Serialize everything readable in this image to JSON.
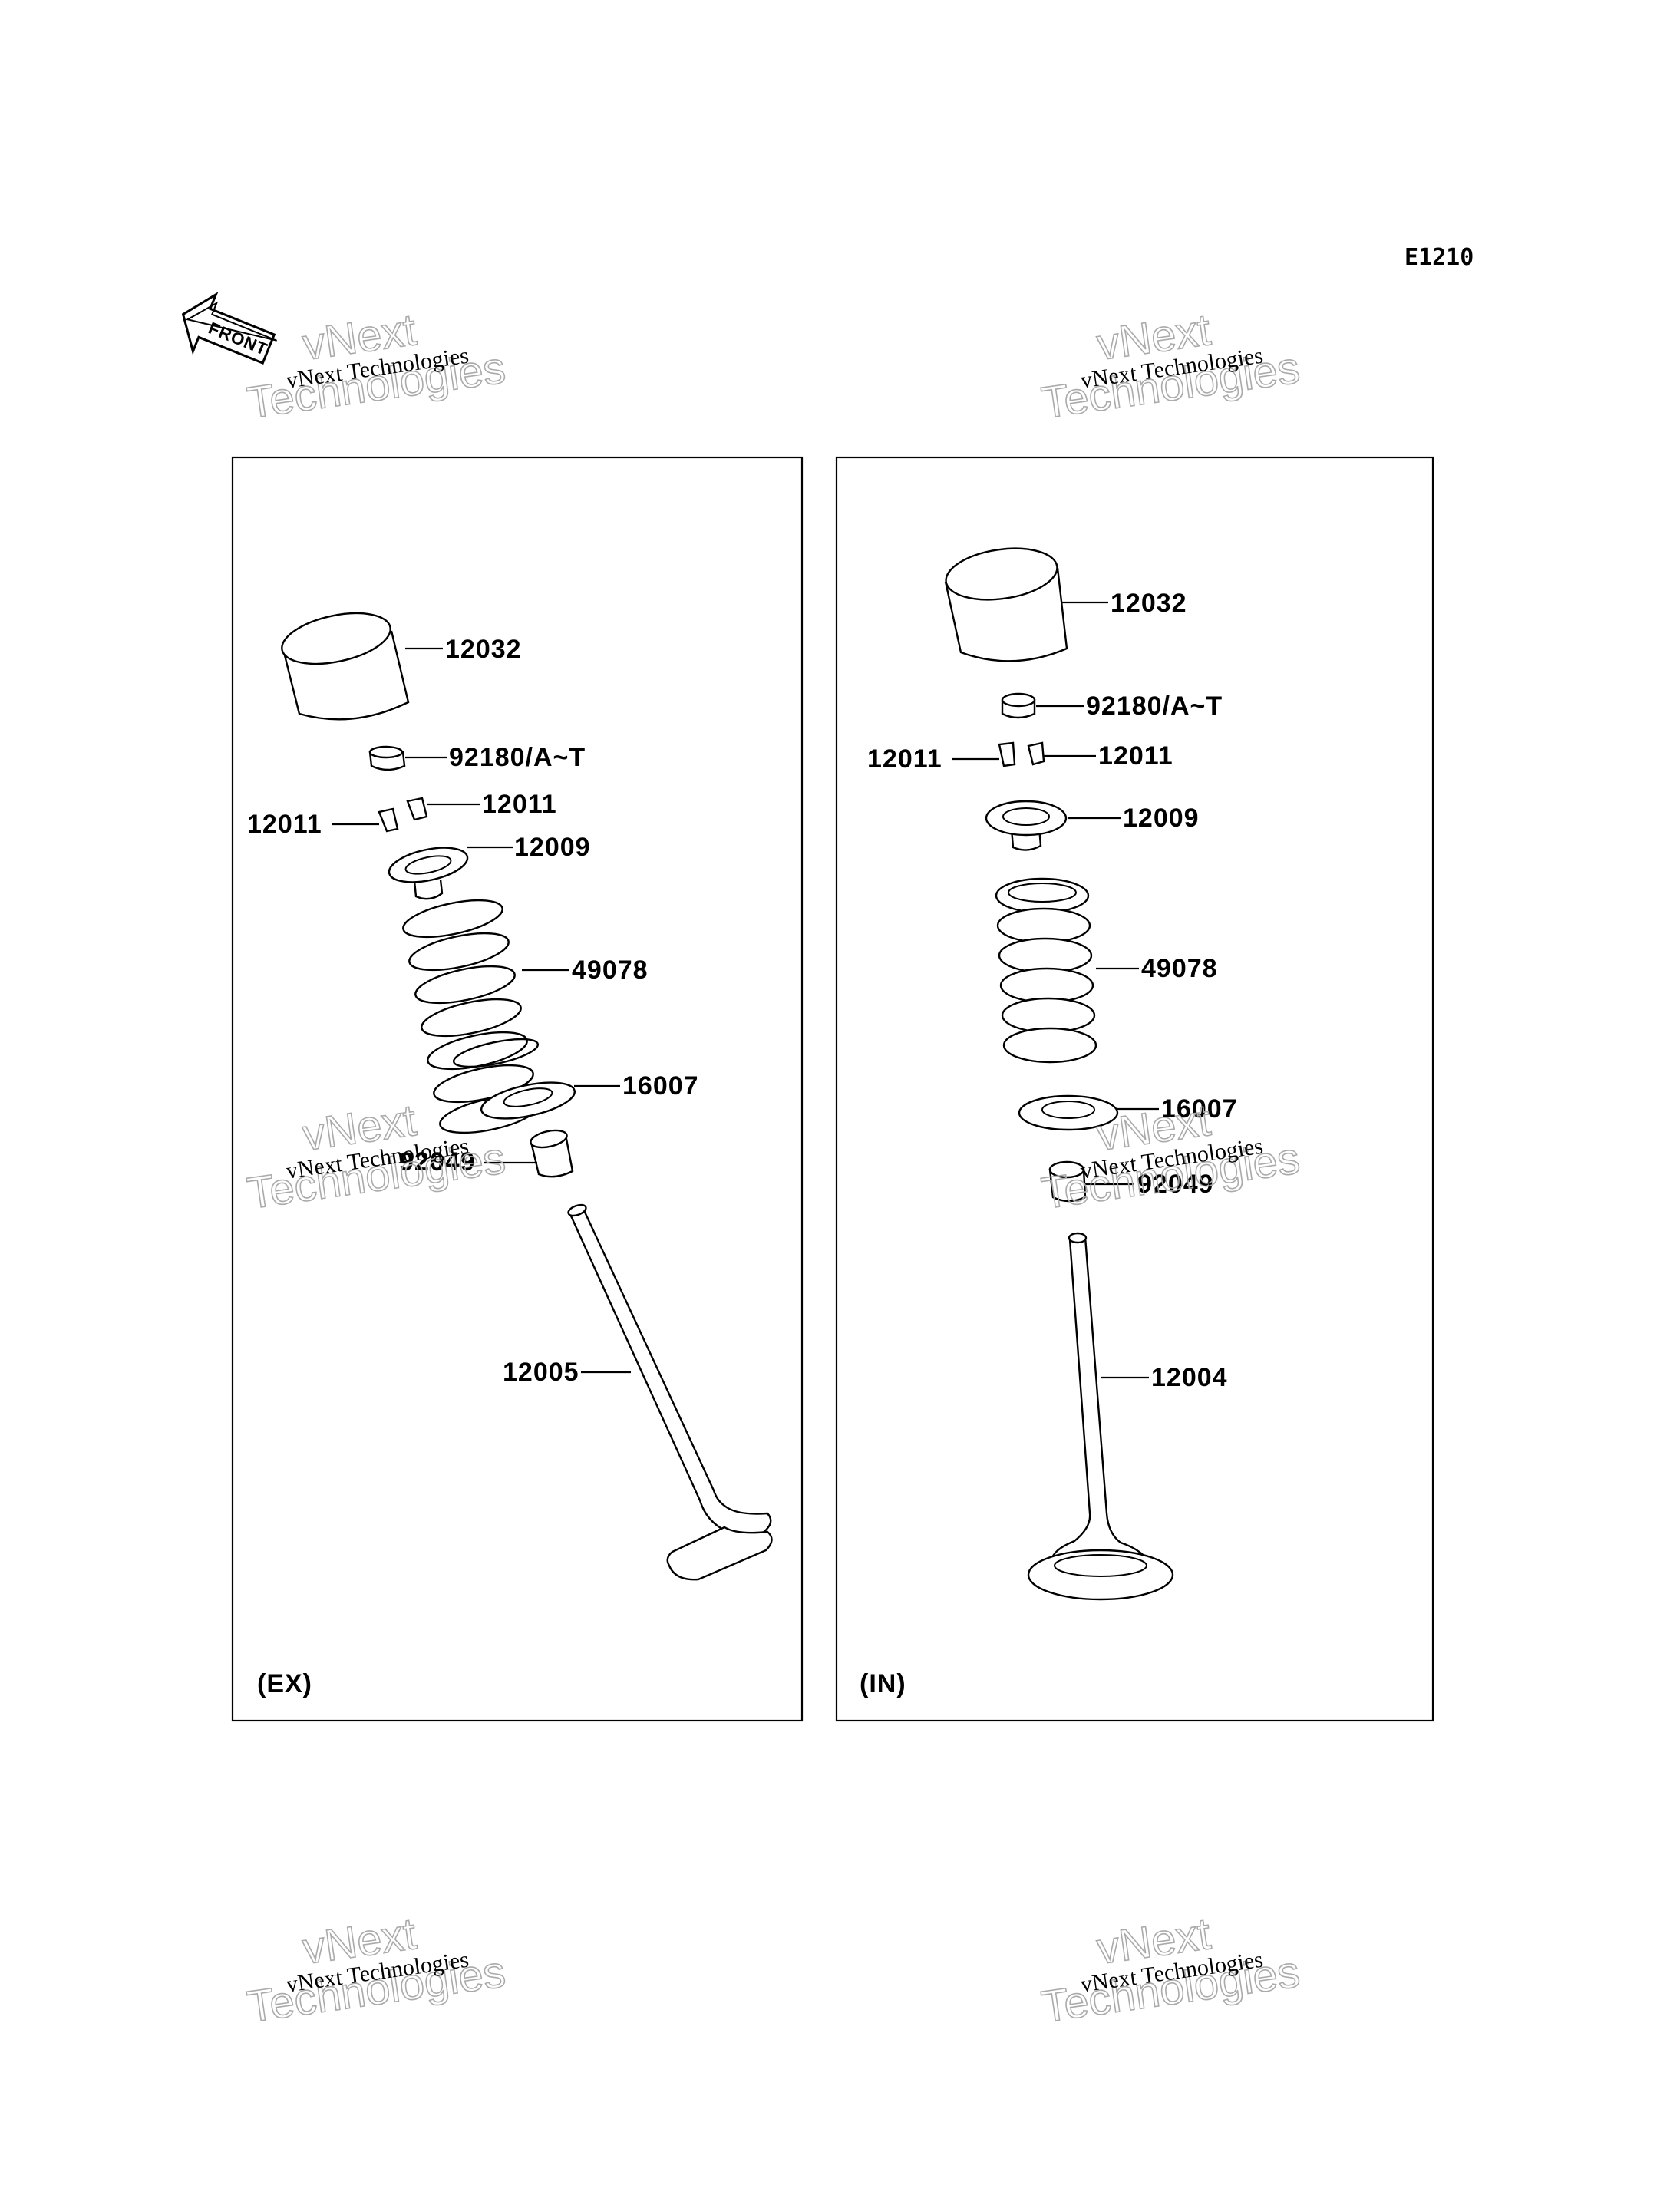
{
  "diagram_code": "E1210",
  "front_label": "FRONT",
  "panels": {
    "ex": {
      "name": "(EX)",
      "parts": {
        "tappet": "12032",
        "shim": "92180/A~T",
        "cotter_left": "12011",
        "cotter_right": "12011",
        "retainer": "12009",
        "spring": "49078",
        "seat": "16007",
        "seal": "92049",
        "valve": "12005"
      }
    },
    "in": {
      "name": "(IN)",
      "parts": {
        "tappet": "12032",
        "shim": "92180/A~T",
        "cotter_left": "12011",
        "cotter_right": "12011",
        "retainer": "12009",
        "spring": "49078",
        "seat": "16007",
        "seal": "92049",
        "valve": "12004"
      }
    }
  },
  "watermark": {
    "line1": "vNext Technologies",
    "line2": "vNext",
    "line3": "Technologies"
  }
}
